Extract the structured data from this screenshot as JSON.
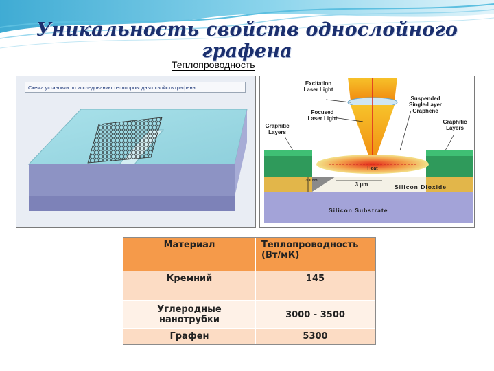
{
  "slide": {
    "title": "Уникальность свойств однослойного графена",
    "subtitle": "Теплопроводность"
  },
  "left_figure": {
    "caption": "Схема установки по исследованию теплопроводных свойств графена."
  },
  "right_figure": {
    "labels": {
      "excitation": "Excitation\nLaser Light",
      "suspended": "Suspended\nSingle-Layer\nGraphene",
      "focused": "Focused\nLaser Light",
      "graphitic_left": "Graphitic\nLayers",
      "graphitic_right": "Graphitic\nLayers",
      "heat": "Heat",
      "width": "3 μm",
      "depth": "300 nm",
      "silicon_dioxide": "Silicon Dioxide",
      "silicon_substrate": "Silicon Substrate"
    }
  },
  "table": {
    "headers": [
      "Материал",
      "Теплопроводность (Вт/мК)"
    ],
    "rows": [
      [
        "Кремний",
        "145"
      ],
      [
        "Углеродные нанотрубки",
        "3000 - 3500"
      ],
      [
        "Графен",
        "5300"
      ]
    ]
  },
  "colors": {
    "title": "#1b2f6e",
    "header_fill": "#f59a4a",
    "row_fill_dark": "#fcdcc4",
    "row_fill_light": "#fef1e7"
  }
}
